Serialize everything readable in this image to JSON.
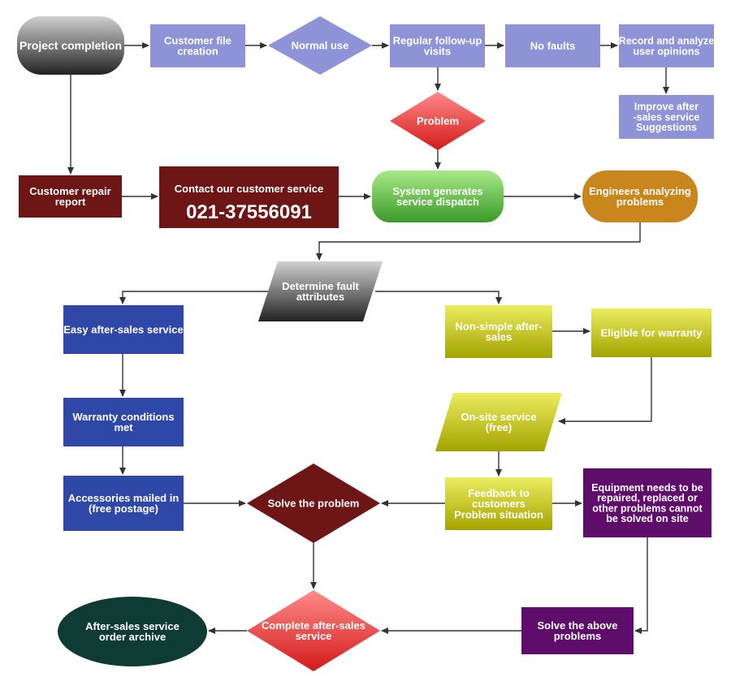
{
  "colors": {
    "lavender": "#8d93d6",
    "lavender_dark": "#7f86cc",
    "maroon": "#6e1515",
    "green_top": "#9be37a",
    "green_bottom": "#3f9e2c",
    "orange": "#c8861c",
    "blue": "#2f48a8",
    "yellow_top": "#e5e84a",
    "yellow_bottom": "#a8a800",
    "purple": "#5e0d6b",
    "red_top": "#ff7b7b",
    "red_bottom": "#d81f1f",
    "dark_teal": "#0f3b35",
    "gray_top": "#d0d0d0",
    "gray_bottom": "#222222",
    "arrow": "#333333",
    "text_light": "#ffffff"
  },
  "nodes": {
    "project_completion": {
      "label": [
        "Project completion"
      ],
      "shape": "rounded-rect"
    },
    "customer_file_creation": {
      "label": [
        "Customer file",
        "creation"
      ],
      "shape": "rect"
    },
    "normal_use": {
      "label": [
        "Normal use"
      ],
      "shape": "diamond"
    },
    "regular_followup": {
      "label": [
        "Regular follow-up",
        "visits"
      ],
      "shape": "rect"
    },
    "no_faults": {
      "label": [
        "No faults"
      ],
      "shape": "rect"
    },
    "record_analyze": {
      "label": [
        "Record and analyze",
        "user opinions"
      ],
      "shape": "rect"
    },
    "improve_service": {
      "label": [
        "Improve after",
        "-sales service",
        "Suggestions"
      ],
      "shape": "rect"
    },
    "problem": {
      "label": [
        "Problem"
      ],
      "shape": "diamond"
    },
    "customer_repair_report": {
      "label": [
        "Customer repair",
        "report"
      ],
      "shape": "rect"
    },
    "contact_service": {
      "label": [
        "Contact our customer service"
      ],
      "phone": "021-37556091",
      "shape": "rect"
    },
    "system_dispatch": {
      "label": [
        "System generates",
        "service dispatch"
      ],
      "shape": "rounded-rect"
    },
    "engineers_analyzing": {
      "label": [
        "Engineers analyzing",
        "problems"
      ],
      "shape": "rounded-rect"
    },
    "determine_fault": {
      "label": [
        "Determine fault",
        "attributes"
      ],
      "shape": "parallelogram"
    },
    "easy_service": {
      "label": [
        "Easy after-sales service"
      ],
      "shape": "rect"
    },
    "non_simple": {
      "label": [
        "Non-simple after-",
        "sales"
      ],
      "shape": "rect"
    },
    "eligible_warranty": {
      "label": [
        "Eligible for warranty"
      ],
      "shape": "rect"
    },
    "warranty_met": {
      "label": [
        "Warranty conditions",
        "met"
      ],
      "shape": "rect"
    },
    "onsite_service": {
      "label": [
        "On-site service",
        "(free)"
      ],
      "shape": "parallelogram"
    },
    "accessories_mailed": {
      "label": [
        "Accessories mailed in",
        "(free postage)"
      ],
      "shape": "rect"
    },
    "solve_problem": {
      "label": [
        "Solve the problem"
      ],
      "shape": "diamond"
    },
    "feedback": {
      "label": [
        "Feedback to",
        "customers",
        "Problem situation"
      ],
      "shape": "rect"
    },
    "equipment_repair": {
      "label": [
        "Equipment needs to be",
        "repaired, replaced or",
        "other problems cannot",
        "be solved on site"
      ],
      "shape": "rect"
    },
    "archive": {
      "label": [
        "After-sales service",
        "order archive"
      ],
      "shape": "ellipse"
    },
    "complete_service": {
      "label": [
        "Complete after-sales",
        "service"
      ],
      "shape": "diamond"
    },
    "solve_above": {
      "label": [
        "Solve the above",
        "problems"
      ],
      "shape": "rect"
    }
  }
}
